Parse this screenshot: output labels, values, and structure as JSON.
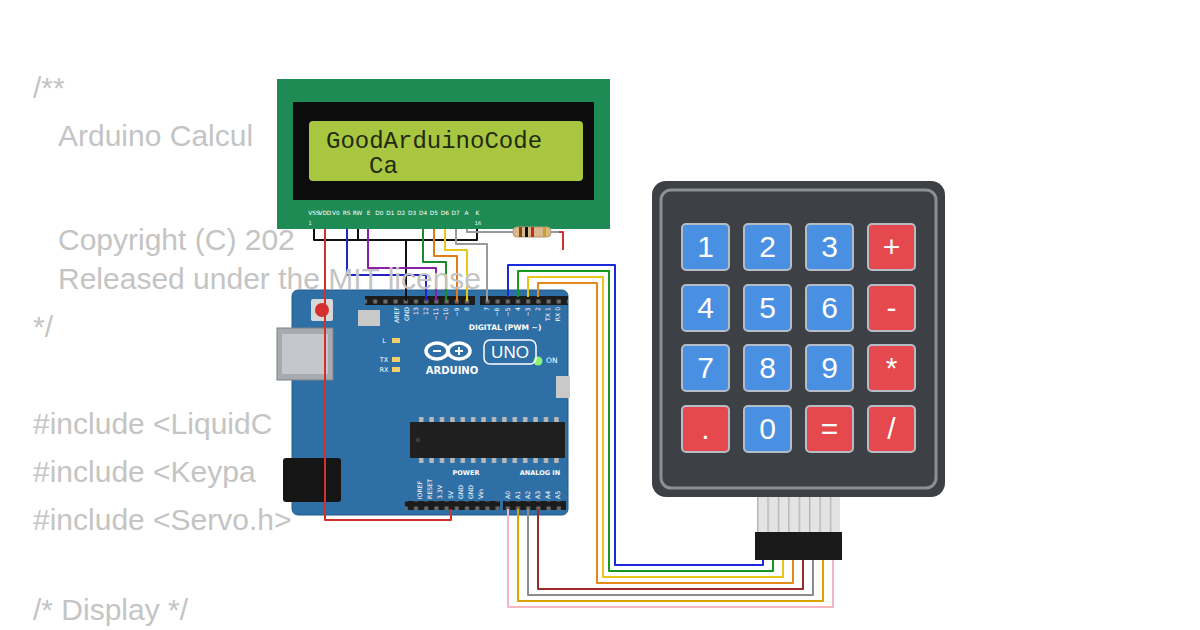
{
  "diagram": {
    "nodes": [
      {
        "text": [
          "GoodArduinoCode",
          "Ca"
        ]
      },
      {
        "text": [
          "1"
        ]
      },
      {
        "text": [
          "2"
        ]
      },
      {
        "text": [
          "3"
        ]
      },
      {
        "text": [
          "+"
        ]
      },
      {
        "text": [
          "4"
        ]
      },
      {
        "text": [
          "5"
        ]
      },
      {
        "text": [
          "6"
        ]
      },
      {
        "text": [
          "-"
        ]
      },
      {
        "text": [
          "7"
        ]
      },
      {
        "text": [
          "8"
        ]
      },
      {
        "text": [
          "9"
        ]
      },
      {
        "text": [
          "*"
        ]
      },
      {
        "text": [
          "."
        ]
      },
      {
        "text": [
          "0"
        ]
      },
      {
        "text": [
          "="
        ]
      },
      {
        "text": [
          "/"
        ]
      }
    ],
    "labels": [
      "/**",
      "Arduino Calcul",
      "Copyright (C) 202",
      "Released under the MIT license",
      "*/",
      "#include <LiquidC",
      "#include <Keypa",
      "#include <Servo.h>",
      "/* Display */",
      "VSS",
      "VDD",
      "V0",
      "RS",
      "RW",
      "E",
      "D0",
      "D1",
      "D2",
      "D3",
      "D4",
      "D5",
      "D6",
      "D7",
      "A",
      "K",
      "1",
      "16",
      "AREF",
      "GND",
      "13",
      "12",
      "~11",
      "~10",
      "~9",
      "8",
      "7",
      "~6",
      "~5",
      "4",
      "~3",
      "2",
      "TX 1",
      "RX 0",
      "DIGITAL (PWM ~)",
      "L",
      "TX",
      "RX",
      "UNO",
      "ARDUINO",
      "ON",
      "IOREF",
      "RESET",
      "3.3V",
      "5V",
      "GND",
      "GND",
      "Vin",
      "POWER",
      "ANALOG IN",
      "A0",
      "A1",
      "A2",
      "A3",
      "A4",
      "A5"
    ]
  }
}
